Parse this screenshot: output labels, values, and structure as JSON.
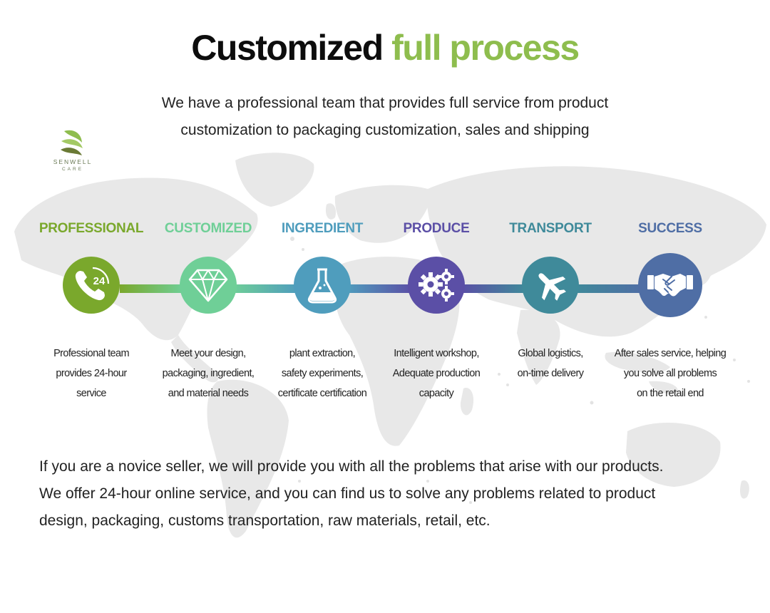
{
  "title": {
    "part1": "Customized",
    "part2": "full process"
  },
  "subtitle": {
    "line1": "We have a professional team that provides full service from product",
    "line2": "customization to packaging customization, sales and shipping"
  },
  "logo": {
    "name": "SENWELL",
    "sub": "CARE"
  },
  "steps": [
    {
      "title": "PROFESSIONAL",
      "icon": "phone-24-icon",
      "color": "#7aa82c",
      "badge": "24",
      "desc": [
        "Professional team",
        "provides 24-hour",
        "service"
      ]
    },
    {
      "title": "CUSTOMIZED",
      "icon": "diamond-icon",
      "color": "#6fcf97",
      "desc": [
        "Meet your design,",
        "packaging, ingredient,",
        "and material needs"
      ]
    },
    {
      "title": "INGREDIENT",
      "icon": "flask-icon",
      "color": "#4f9dbd",
      "desc": [
        "plant extraction,",
        "safety experiments,",
        "certificate certification"
      ]
    },
    {
      "title": "PRODUCE",
      "icon": "gears-icon",
      "color": "#5b4fa6",
      "desc": [
        "Intelligent workshop,",
        "Adequate production",
        "capacity"
      ]
    },
    {
      "title": "TRANSPORT",
      "icon": "airplane-icon",
      "color": "#3f8a9a",
      "desc": [
        "Global logistics,",
        "on-time delivery"
      ]
    },
    {
      "title": "SUCCESS",
      "icon": "handshake-icon",
      "color": "#4f6ea5",
      "desc": [
        "After sales service, helping",
        "you solve all problems",
        "on the retail end"
      ]
    }
  ],
  "bottom": {
    "line1": "If you are a novice seller, we will provide you with all the problems that arise with our products.",
    "line2": "We offer 24-hour online service, and you can find us to solve any problems related to product",
    "line3": "design, packaging, customs transportation, raw materials, retail, etc."
  },
  "colors": {
    "accent": "#8ebd4e",
    "map": "#e6e6e6"
  }
}
